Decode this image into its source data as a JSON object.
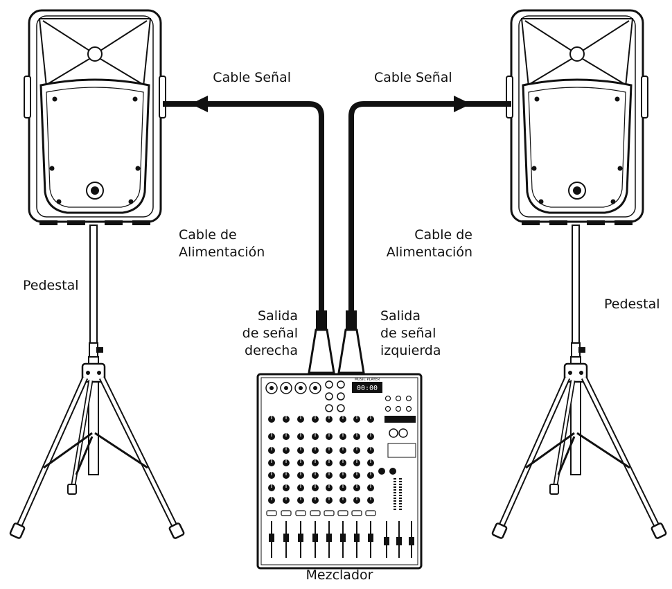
{
  "labels": {
    "signal_cable_left": "Cable Señal",
    "signal_cable_right": "Cable Señal",
    "power_cable_left": [
      "Cable de",
      "Alimentación"
    ],
    "power_cable_right": [
      "Cable de",
      "Alimentación"
    ],
    "stand_left": "Pedestal",
    "stand_right": "Pedestal",
    "output_right": [
      "Salida",
      "de señal",
      "derecha"
    ],
    "output_left": [
      "Salida",
      "de señal",
      "izquierda"
    ],
    "mixer": "Mezclador"
  },
  "mixer_panel": {
    "music_player": "MUSIC PLAYER",
    "display": "00:00"
  },
  "colors": {
    "line": "#111111",
    "background": "#ffffff"
  }
}
